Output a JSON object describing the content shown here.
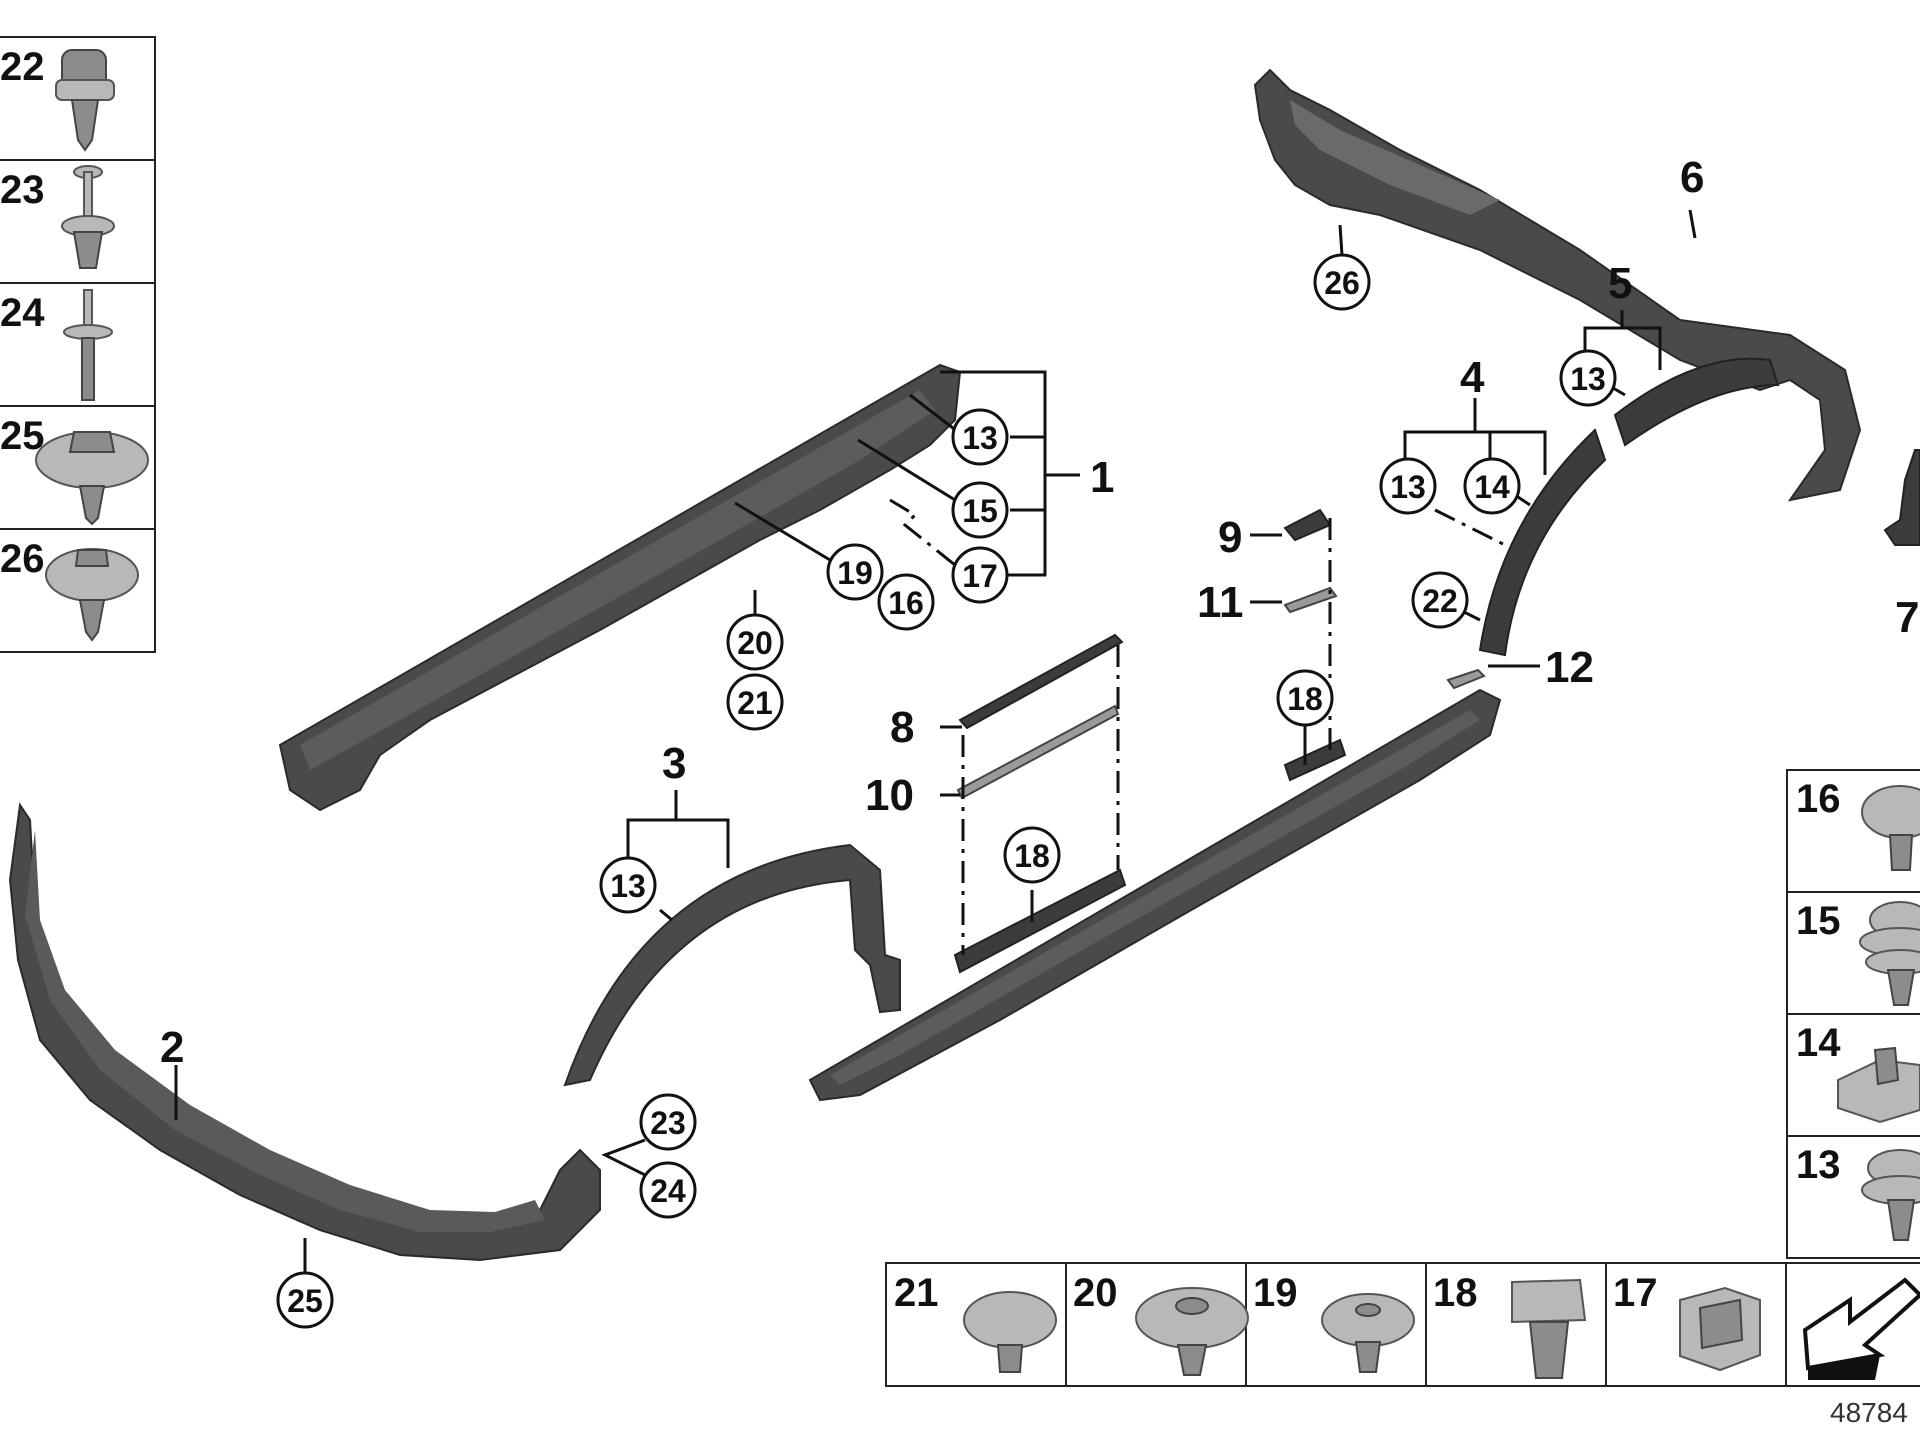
{
  "callouts_plain": {
    "c1": "1",
    "c2": "2",
    "c3": "3",
    "c4": "4",
    "c5": "5",
    "c6": "6",
    "c7": "7",
    "c8": "8",
    "c9": "9",
    "c10": "10",
    "c11": "11",
    "c12": "12"
  },
  "callouts_circled": {
    "a13": "13",
    "a15": "15",
    "a17": "17",
    "a19": "19",
    "a16": "16",
    "a20": "20",
    "a21": "21",
    "b26": "26",
    "b13": "13",
    "c13a": "13",
    "c14": "14",
    "c22": "22",
    "c18a": "18",
    "c13b": "13",
    "c18b": "18",
    "c23": "23",
    "c24": "24",
    "c25": "25"
  },
  "legend_left": [
    "22",
    "23",
    "24",
    "25",
    "26"
  ],
  "legend_right": [
    "16",
    "15",
    "14",
    "13"
  ],
  "legend_bottom": [
    "21",
    "20",
    "19",
    "18",
    "17"
  ],
  "reference_number": "48784"
}
